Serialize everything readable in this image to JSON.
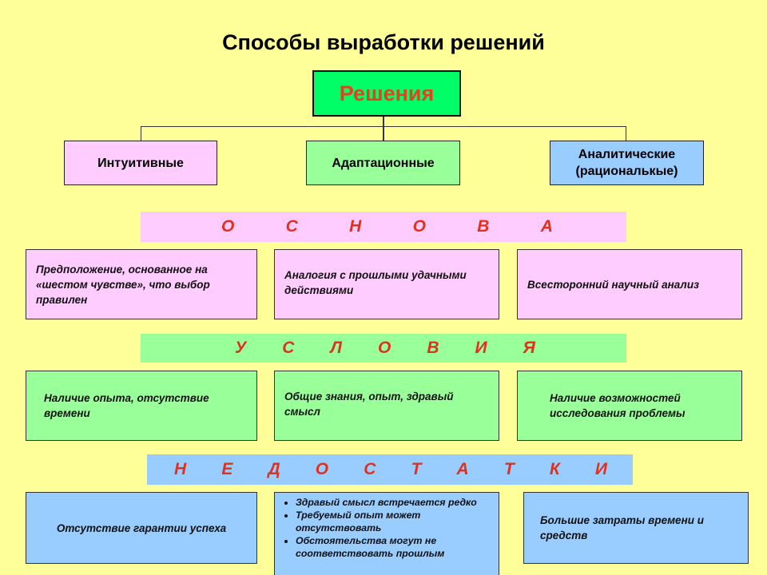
{
  "title": "Способы выработки решений",
  "root": "Решения",
  "categories": [
    "Интуитивные",
    "Адаптационные",
    "Аналитические (рациональкые)"
  ],
  "bands": {
    "osnova": [
      "О",
      "С",
      "Н",
      "О",
      "В",
      "А"
    ],
    "usloviya": [
      "У",
      "С",
      "Л",
      "О",
      "В",
      "И",
      "Я"
    ],
    "nedostatki": [
      "Н",
      "Е",
      "Д",
      "О",
      "С",
      "Т",
      "А",
      "Т",
      "К",
      "И"
    ]
  },
  "osnova_cells": [
    "Предположение, основанное на «шестом чувстве», что выбор правилен",
    "Аналогия с прошлыми удачными действиями",
    "Всесторонний научный анализ"
  ],
  "usloviya_cells": [
    "Наличие опыта, отсутствие времени",
    "Общие знания, опыт, здравый смысл",
    "Наличие возможностей исследования проблемы"
  ],
  "nedostatki_cells": {
    "left": "Отсутствие гарантии успеха",
    "middle": [
      "Здравый смысл встречается редко",
      "Требуемый опыт может отсутствовать",
      "Обстоятельства могут не соответствовать прошлым"
    ],
    "right": "Большие затраты времени и средств"
  }
}
